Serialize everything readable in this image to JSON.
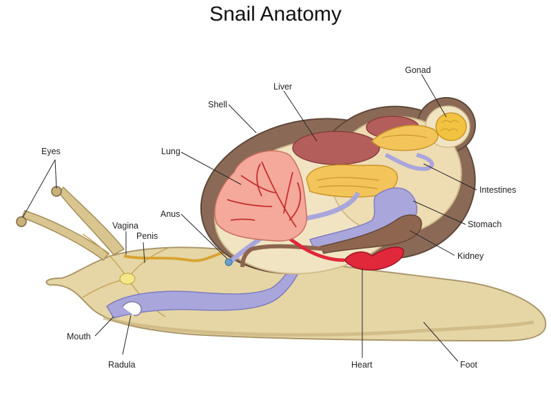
{
  "title": "Snail Anatomy",
  "labels": {
    "eyes": "Eyes",
    "vagina": "Vagina",
    "penis": "Penis",
    "mouth": "Mouth",
    "radula": "Radula",
    "lung": "Lung",
    "anus": "Anus",
    "shell": "Shell",
    "liver": "Liver",
    "gonad": "Gonad",
    "intestines": "Intestines",
    "stomach": "Stomach",
    "kidney": "Kidney",
    "heart": "Heart",
    "foot": "Foot"
  },
  "colors": {
    "body": "#e6d6a6",
    "shell": "#8a6a57",
    "lung": "#f4a99a",
    "liver": "#b45e5c",
    "intestines": "#f3c45a",
    "digestive": "#a9a6dc",
    "heart": "#e0283a",
    "gonad": "#f2c241"
  }
}
